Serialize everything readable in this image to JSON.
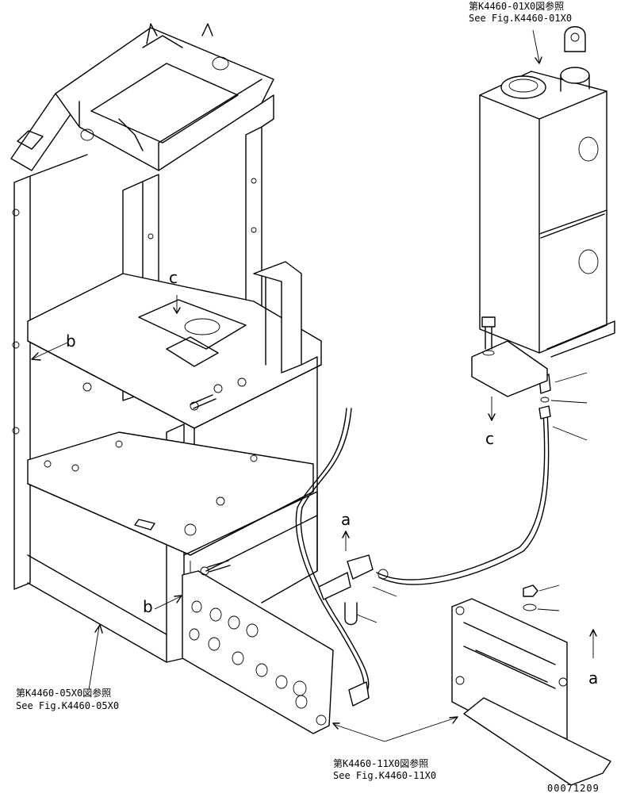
{
  "references": {
    "top_right": {
      "line1": "第K4460-01X0図参照",
      "line2": "See Fig.K4460-01X0"
    },
    "bottom_left": {
      "line1": "第K4460-05X0図参照",
      "line2": "See Fig.K4460-05X0"
    },
    "bottom_center": {
      "line1": "第K4460-11X0図参照",
      "line2": "See Fig.K4460-11X0"
    }
  },
  "markers": {
    "c_upper": "c",
    "c_lower": "c",
    "b_upper": "b",
    "b_lower": "b",
    "a_upper": "a",
    "a_right": "a"
  },
  "drawing_number": "00071209"
}
